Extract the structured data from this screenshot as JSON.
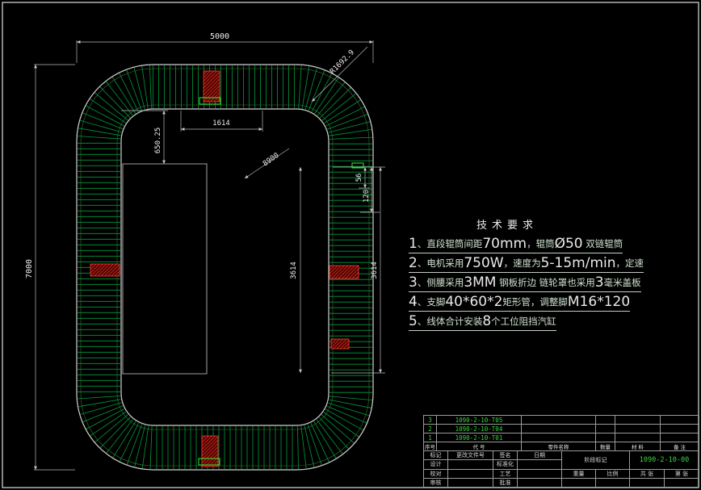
{
  "colors": {
    "line": "#c9c9c9",
    "roller_green": "#00a540",
    "guard_green": "#2f7a2f",
    "stop_green": "#2ef32e",
    "red": "#ff3b30",
    "dim_text": "#ececec",
    "code_green": "#39d53c"
  },
  "dims": {
    "total_width": "5000",
    "total_height": "7000",
    "opening_width": "1614",
    "top_offset": "650.25",
    "radius_outer": "R1692.9",
    "radius_inner": "8900",
    "pitch_small": "56",
    "pitch_large": "120",
    "straight_inner": "3614",
    "straight_outer": "3614"
  },
  "tech": {
    "title": "技术要求",
    "lines": [
      [
        [
          "1",
          "b"
        ],
        [
          "、直段辊筒间距",
          "s"
        ],
        [
          "70mm",
          "b"
        ],
        [
          "，辊筒",
          "s"
        ],
        [
          "Ø50",
          "b"
        ],
        [
          " 双链辊筒",
          "s"
        ]
      ],
      [
        [
          "2",
          "b"
        ],
        [
          "、电机采用",
          "s"
        ],
        [
          "750W",
          "b"
        ],
        [
          "，速度为",
          "s"
        ],
        [
          "5-15m/min",
          "b"
        ],
        [
          "，定速",
          "s"
        ]
      ],
      [
        [
          "3",
          "b"
        ],
        [
          "、侧腰采用",
          "s"
        ],
        [
          "3MM",
          "b"
        ],
        [
          " 钢板折边 链轮罩也采用",
          "s"
        ],
        [
          "3",
          "b"
        ],
        [
          "毫米盖板",
          "s"
        ]
      ],
      [
        [
          "4",
          "b"
        ],
        [
          "、支脚",
          "s"
        ],
        [
          "40*60*2",
          "b"
        ],
        [
          "矩形管，调整脚",
          "s"
        ],
        [
          "M16*120",
          "b"
        ]
      ],
      [
        [
          "5",
          "b"
        ],
        [
          "、线体合计安装",
          "s"
        ],
        [
          "8",
          "b"
        ],
        [
          "个工位阻挡汽缸",
          "s"
        ]
      ]
    ]
  },
  "title_block": {
    "parts": [
      {
        "seq": "3",
        "code": "1090-2-10-T05"
      },
      {
        "seq": "2",
        "code": "1090-2-10-T04"
      },
      {
        "seq": "1",
        "code": "1090-2-10-T01"
      }
    ],
    "header": [
      "序号",
      "代  号",
      "零件名称",
      "数量",
      "材 料",
      "备 注"
    ],
    "sig_rows": [
      [
        "标记",
        "更改文件号",
        "签名",
        "日期"
      ],
      [
        "设计",
        "",
        "标准化",
        ""
      ],
      [
        "校对",
        "",
        "工艺",
        ""
      ],
      [
        "审核",
        "",
        "批准",
        ""
      ]
    ],
    "stage_label": "阶段标记",
    "weight_label": "重量",
    "scale_label": "比例",
    "sheets_label": "共  张",
    "page_label": "第  张",
    "drawing_no": "1090-2-10-00"
  }
}
